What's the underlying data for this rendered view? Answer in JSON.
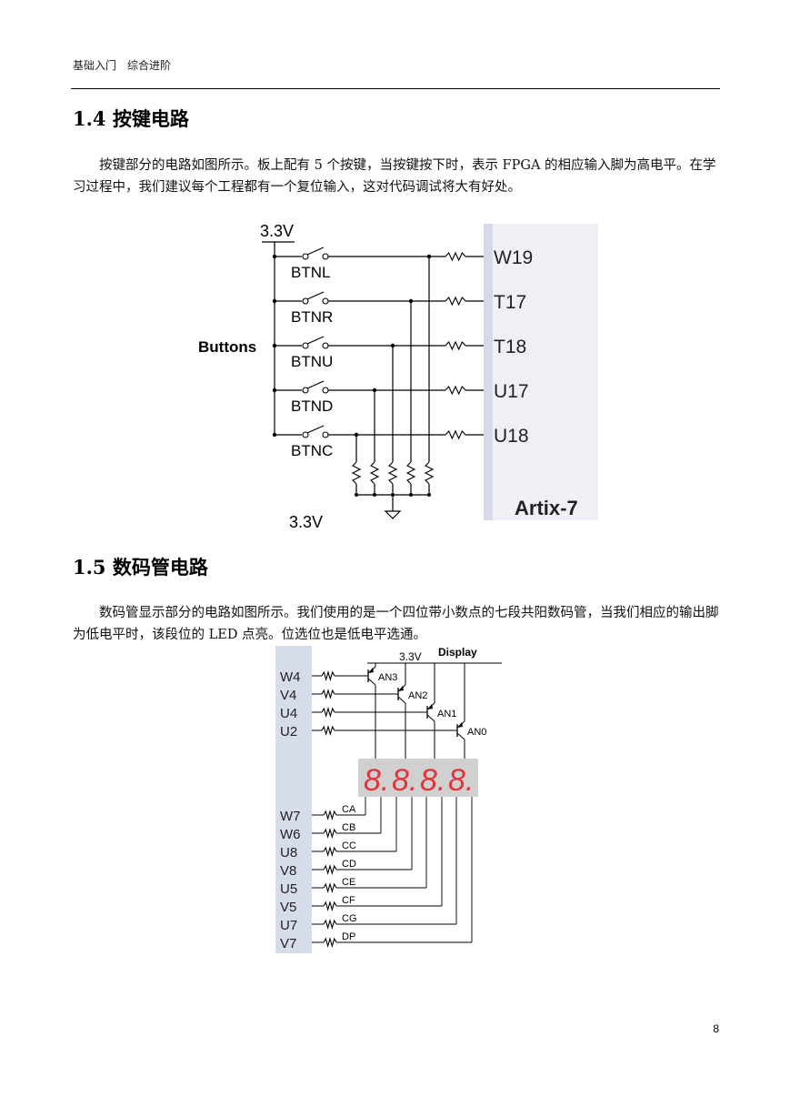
{
  "header": {
    "text": "基础入门　综合进阶"
  },
  "sections": [
    {
      "heading": "1.4  按键电路",
      "paragraph": "按键部分的电路如图所示。板上配有 5 个按键，当按键按下时，表示 FPGA 的相应输入脚为高电平。在学习过程中，我们建议每个工程都有一个复位输入，这对代码调试将大有好处。"
    },
    {
      "heading": "1.5  数码管电路",
      "paragraph": "数码管显示部分的电路如图所示。我们使用的是一个四位带小数点的七段共阳数码管，当我们相应的输出脚为低电平时，该段位的 LED 点亮。位选位也是低电平选通。"
    }
  ],
  "button_figure": {
    "supply": "3.3V",
    "group_label": "Buttons",
    "chip_label": "Artix-7",
    "buttons": [
      {
        "name": "BTNL",
        "pin": "W19"
      },
      {
        "name": "BTNR",
        "pin": "T17"
      },
      {
        "name": "BTNU",
        "pin": "T18"
      },
      {
        "name": "BTND",
        "pin": "U17"
      },
      {
        "name": "BTNC",
        "pin": "U18"
      }
    ],
    "bottom_partial": "3.3V"
  },
  "display_figure": {
    "supply": "3.3V",
    "title": "Display",
    "digit_glyph": "8.",
    "anodes": [
      {
        "pin": "W4",
        "label": "AN3"
      },
      {
        "pin": "V4",
        "label": "AN2"
      },
      {
        "pin": "U4",
        "label": "AN1"
      },
      {
        "pin": "U2",
        "label": "AN0"
      }
    ],
    "segments": [
      {
        "pin": "W7",
        "label": "CA"
      },
      {
        "pin": "W6",
        "label": "CB"
      },
      {
        "pin": "U8",
        "label": "CC"
      },
      {
        "pin": "V8",
        "label": "CD"
      },
      {
        "pin": "U5",
        "label": "CE"
      },
      {
        "pin": "V5",
        "label": "CF"
      },
      {
        "pin": "U7",
        "label": "CG"
      },
      {
        "pin": "V7",
        "label": "DP"
      }
    ],
    "colors": {
      "panel": "#d6dcea",
      "digit": "#e5333a",
      "digit_bg": "#d0d0d0"
    }
  },
  "page_number": "8"
}
